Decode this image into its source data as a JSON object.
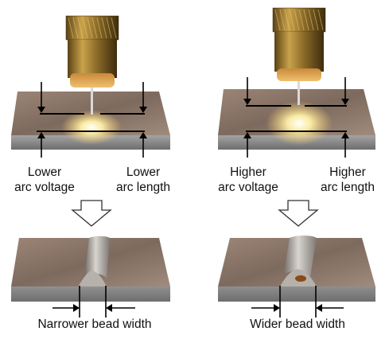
{
  "left": {
    "label_voltage": [
      "Lower",
      "arc voltage"
    ],
    "label_length": [
      "Lower",
      "arc length"
    ],
    "caption": "Narrower bead width"
  },
  "right": {
    "label_voltage": [
      "Higher",
      "arc voltage"
    ],
    "label_length": [
      "Higher",
      "arc length"
    ],
    "caption": "Wider bead width"
  },
  "colors": {
    "plate_top": "#8a7466",
    "plate_side": "#8c8c8c",
    "torch_brass": "#b08a3a",
    "arc_glow": "#fff2a8",
    "arrow": "#000000"
  },
  "icons": [
    "welding-torch-icon",
    "down-arrow-icon"
  ]
}
